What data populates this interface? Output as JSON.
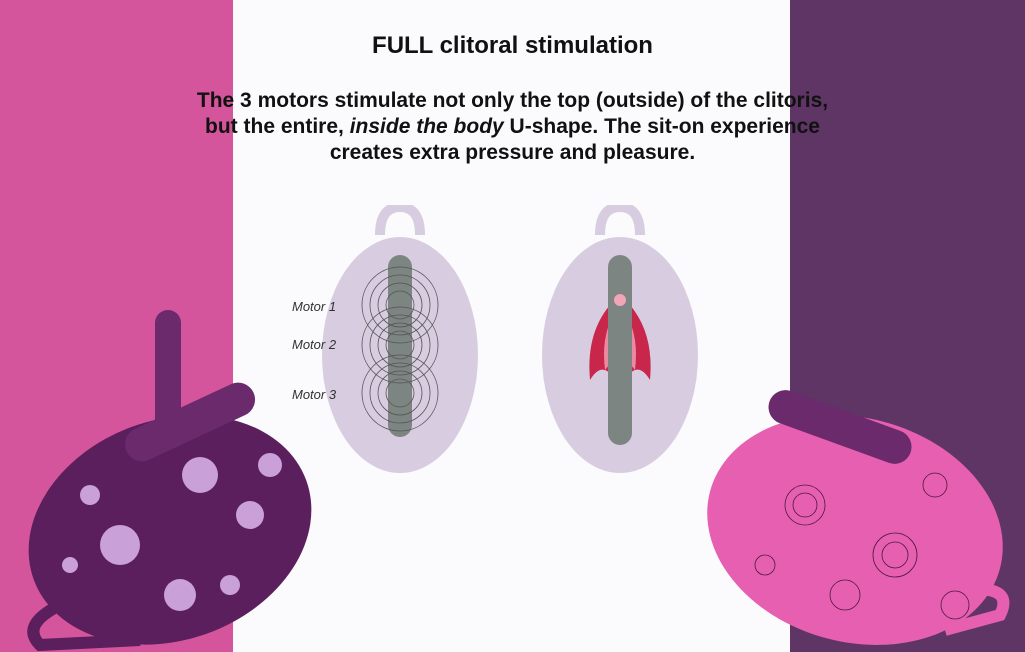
{
  "heading": "FULL clitoral stimulation",
  "description": {
    "part1": "The 3 motors stimulate not only the top (outside) of the clitoris, but the entire, ",
    "emphasis": "inside the body",
    "part2": " U-shape. The sit-on experience creates extra pressure and pleasure."
  },
  "diagram": {
    "motor_labels": [
      "Motor 1",
      "Motor 2",
      "Motor 3"
    ]
  },
  "colors": {
    "left_band": "#d4559c",
    "right_band": "#5e3565",
    "background": "#fbfafc",
    "diagram_oval": "#d8cde0",
    "motor_bar": "#7d8582"
  }
}
